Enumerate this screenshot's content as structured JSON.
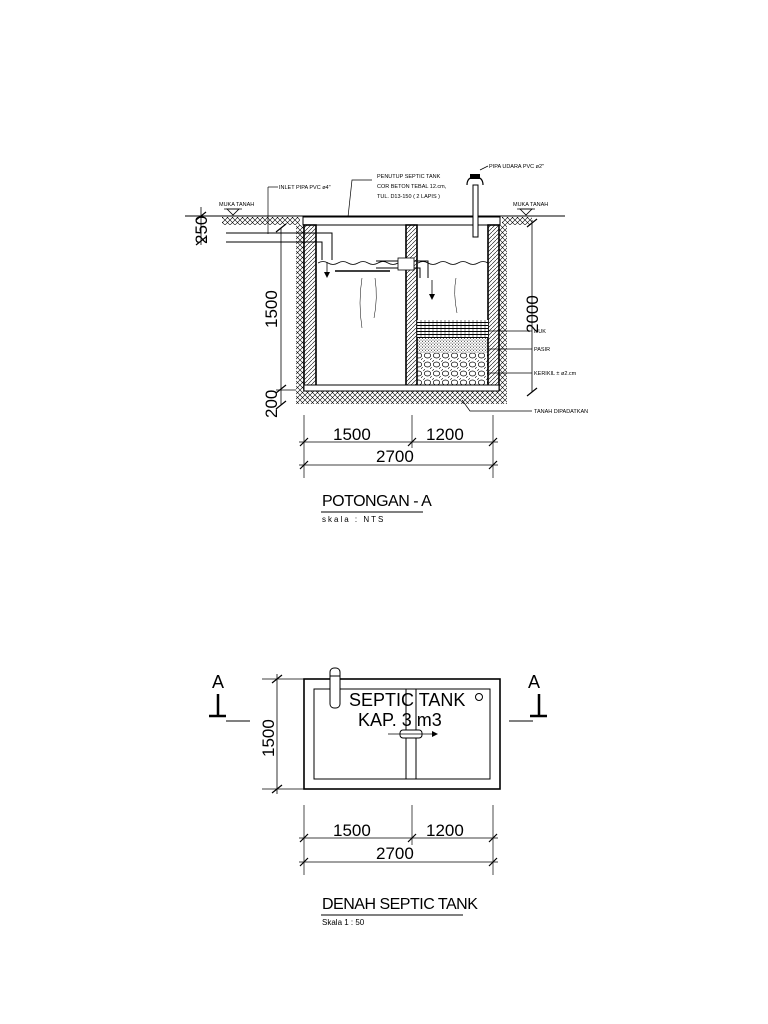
{
  "section": {
    "title": "POTONGAN - A",
    "scale": "skala : NTS",
    "labels": {
      "inlet": "INLET PIPA PVC ø4\"",
      "cover_1": "PENUTUP SEPTIC TANK",
      "cover_2": "COR BETON TEBAL 12.cm,",
      "cover_3": "TUL. D13-150 ( 2 LAPIS )",
      "vent": "PIPA UDARA PVC ø2\"",
      "ground_left": "MUKA TANAH",
      "ground_right": "MUKA TANAH",
      "ijuk": "IJUK",
      "pasir": "PASIR",
      "kerikil": "KERIKIL ± ø2.cm",
      "tanah": "TANAH DIPADATKAN"
    },
    "dims": {
      "top": "250",
      "height": "1500",
      "bottom": "200",
      "right": "2000",
      "w1": "1500",
      "w2": "1200",
      "total": "2700"
    }
  },
  "plan": {
    "title": "DENAH SEPTIC TANK",
    "scale": "Skala  1 : 50",
    "tank_label_1": "SEPTIC TANK",
    "tank_label_2": "KAP. 3 m3",
    "marker_left": "A",
    "marker_right": "A",
    "dims": {
      "height": "1500",
      "w1": "1500",
      "w2": "1200",
      "total": "2700"
    }
  }
}
